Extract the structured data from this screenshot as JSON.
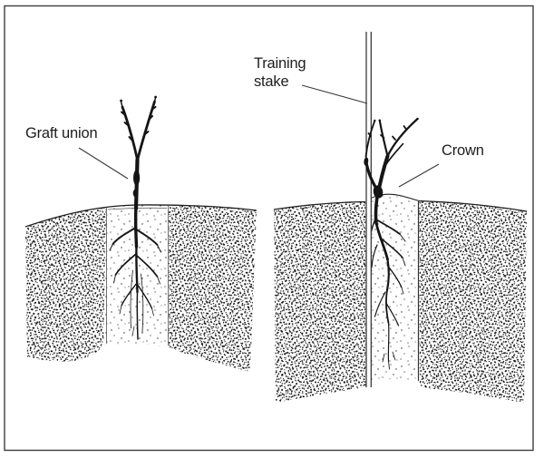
{
  "figure": {
    "labels": {
      "graft_union": "Graft union",
      "training_stake": "Training stake",
      "crown": "Crown"
    },
    "colors": {
      "ink": "#1d1d1d",
      "paper": "#ffffff",
      "border": "#3c3c3c"
    }
  }
}
